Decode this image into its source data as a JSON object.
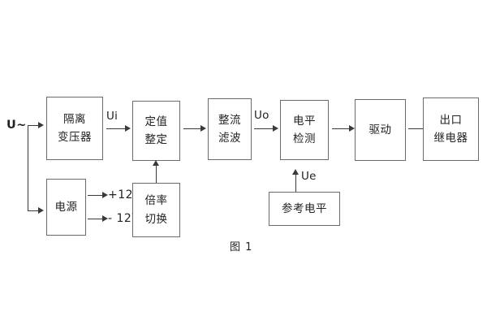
{
  "figure": {
    "caption": "图 1",
    "source_label": "U~",
    "signal_labels": {
      "ui": "Ui",
      "uo": "Uo",
      "ue": "Ue"
    },
    "power_rails": {
      "positive": "+12V",
      "negative": "- 12V"
    },
    "blocks": [
      {
        "id": "isolation-transformer",
        "line1": "隔离",
        "line2": "变压器"
      },
      {
        "id": "setting-value",
        "line1": "定值",
        "line2": "整定"
      },
      {
        "id": "rectifier-filter",
        "line1": "整流",
        "line2": "滤波"
      },
      {
        "id": "level-detection",
        "line1": "电平",
        "line2": "检测"
      },
      {
        "id": "driver",
        "line1": "驱动",
        "line2": ""
      },
      {
        "id": "output-relay",
        "line1": "出口",
        "line2": "继电器"
      },
      {
        "id": "power-supply",
        "line1": "电源",
        "line2": ""
      },
      {
        "id": "multiplier-switch",
        "line1": "倍率",
        "line2": "切换"
      },
      {
        "id": "reference-level",
        "line1": "参考电平",
        "line2": ""
      }
    ]
  },
  "colors": {
    "box_border": "#6b6b6b",
    "wire": "#3a3a3a",
    "text": "#222222",
    "background": "#ffffff"
  }
}
